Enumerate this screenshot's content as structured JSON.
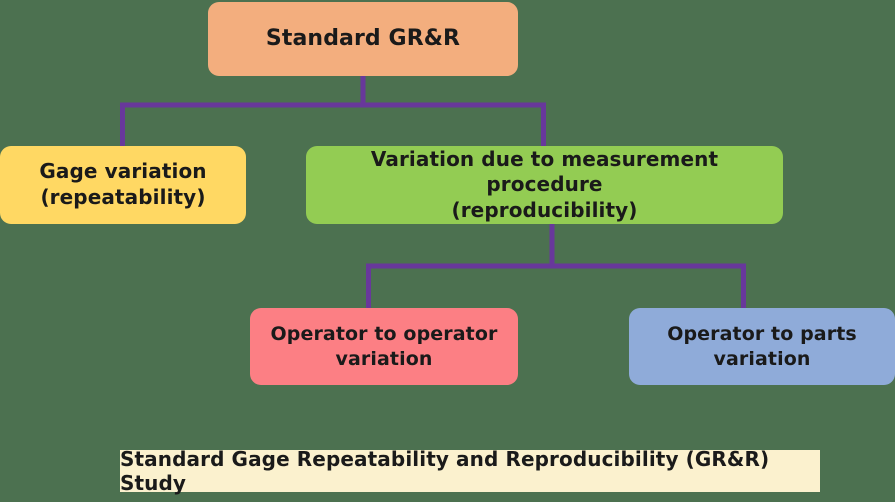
{
  "diagram": {
    "background_color": "#4c7150",
    "connector_color": "#68389b",
    "title": "Standard Gage Repeatability and Reproducibility (GR&R) Study",
    "nodes": [
      {
        "id": "root",
        "label": "Standard GR&R",
        "color": "#f3ae7e",
        "level": 0
      },
      {
        "id": "repeatability",
        "label": "Gage variation\n(repeatability)",
        "color": "#ffd863",
        "level": 1
      },
      {
        "id": "reproducibility",
        "label": "Variation due to measurement procedure\n(reproducibility)",
        "color": "#93cc53",
        "level": 1
      },
      {
        "id": "operator-to-operator",
        "label": "Operator to operator\nvariation",
        "color": "#fc7f84",
        "level": 2
      },
      {
        "id": "operator-to-parts",
        "label": "Operator to parts\nvariation",
        "color": "#8fabd9",
        "level": 2
      }
    ],
    "edges": [
      {
        "from": "root",
        "to": "repeatability"
      },
      {
        "from": "root",
        "to": "reproducibility"
      },
      {
        "from": "reproducibility",
        "to": "operator-to-operator"
      },
      {
        "from": "reproducibility",
        "to": "operator-to-parts"
      }
    ]
  },
  "caption": {
    "text": "Standard Gage Repeatability and Reproducibility (GR&R) Study",
    "background_color": "#fbf1ce"
  }
}
